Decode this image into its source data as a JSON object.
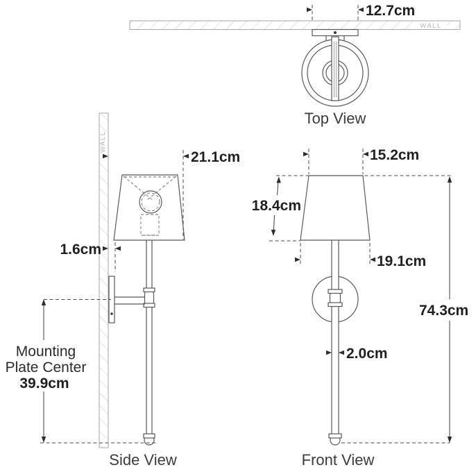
{
  "diagram_type": "wall-sconce dimension drawing",
  "colors": {
    "background": "#ffffff",
    "fixture_line": "#58585a",
    "dimension_line": "#3a3a3c",
    "dimension_text": "#1f1f21",
    "wall_hatch": "#c9c9cb",
    "wall_outline": "#9c9c9e",
    "wall_label_text": "#b5b5b7"
  },
  "views": {
    "top": {
      "label": "Top View",
      "wall_label": "WALL",
      "dim_backplate_width": "12.7cm"
    },
    "side": {
      "label": "Side View",
      "wall_label": "WALL",
      "dim_projection": "21.1cm",
      "dim_wall_gap": "1.6cm",
      "mounting_note_line1": "Mounting",
      "mounting_note_line2": "Plate Center",
      "mounting_note_value": "39.9cm"
    },
    "front": {
      "label": "Front View",
      "dim_shade_top_width": "15.2cm",
      "dim_shade_height": "18.4cm",
      "dim_shade_bottom_width": "19.1cm",
      "dim_stem_width": "2.0cm",
      "dim_overall_height": "74.3cm"
    }
  }
}
